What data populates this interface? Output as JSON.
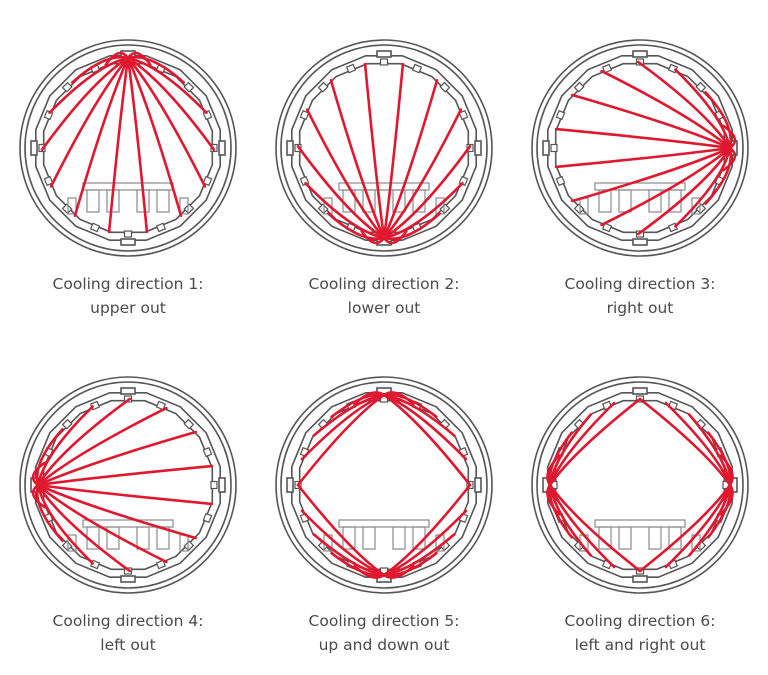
{
  "colors": {
    "line": "#e0182f",
    "frame": "#555555",
    "text": "#4a4a4a"
  },
  "panels": [
    {
      "line1": "Cooling direction 1:",
      "line2": "upper out",
      "outlets": [
        "top"
      ]
    },
    {
      "line1": "Cooling direction 2:",
      "line2": "lower out",
      "outlets": [
        "bottom"
      ]
    },
    {
      "line1": "Cooling direction 3:",
      "line2": "right out",
      "outlets": [
        "right"
      ]
    },
    {
      "line1": "Cooling direction 4:",
      "line2": "left out",
      "outlets": [
        "left"
      ]
    },
    {
      "line1": "Cooling direction 5:",
      "line2": "up and down out",
      "outlets": [
        "top",
        "bottom"
      ]
    },
    {
      "line1": "Cooling direction 6:",
      "line2": "left and right out",
      "outlets": [
        "left",
        "right"
      ]
    }
  ]
}
